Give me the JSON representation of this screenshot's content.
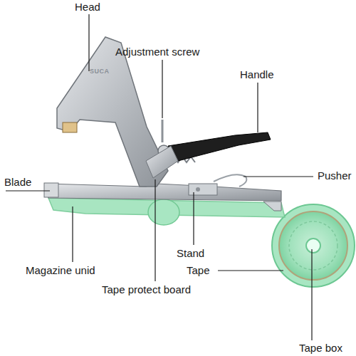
{
  "diagram": {
    "labels": [
      "Head",
      "Adjustment screw",
      "Handle",
      "Pusher",
      "Blade",
      "SUCA",
      "Stand",
      "Magazine unid",
      "Tape",
      "Tape protect board",
      "Tape box"
    ]
  }
}
